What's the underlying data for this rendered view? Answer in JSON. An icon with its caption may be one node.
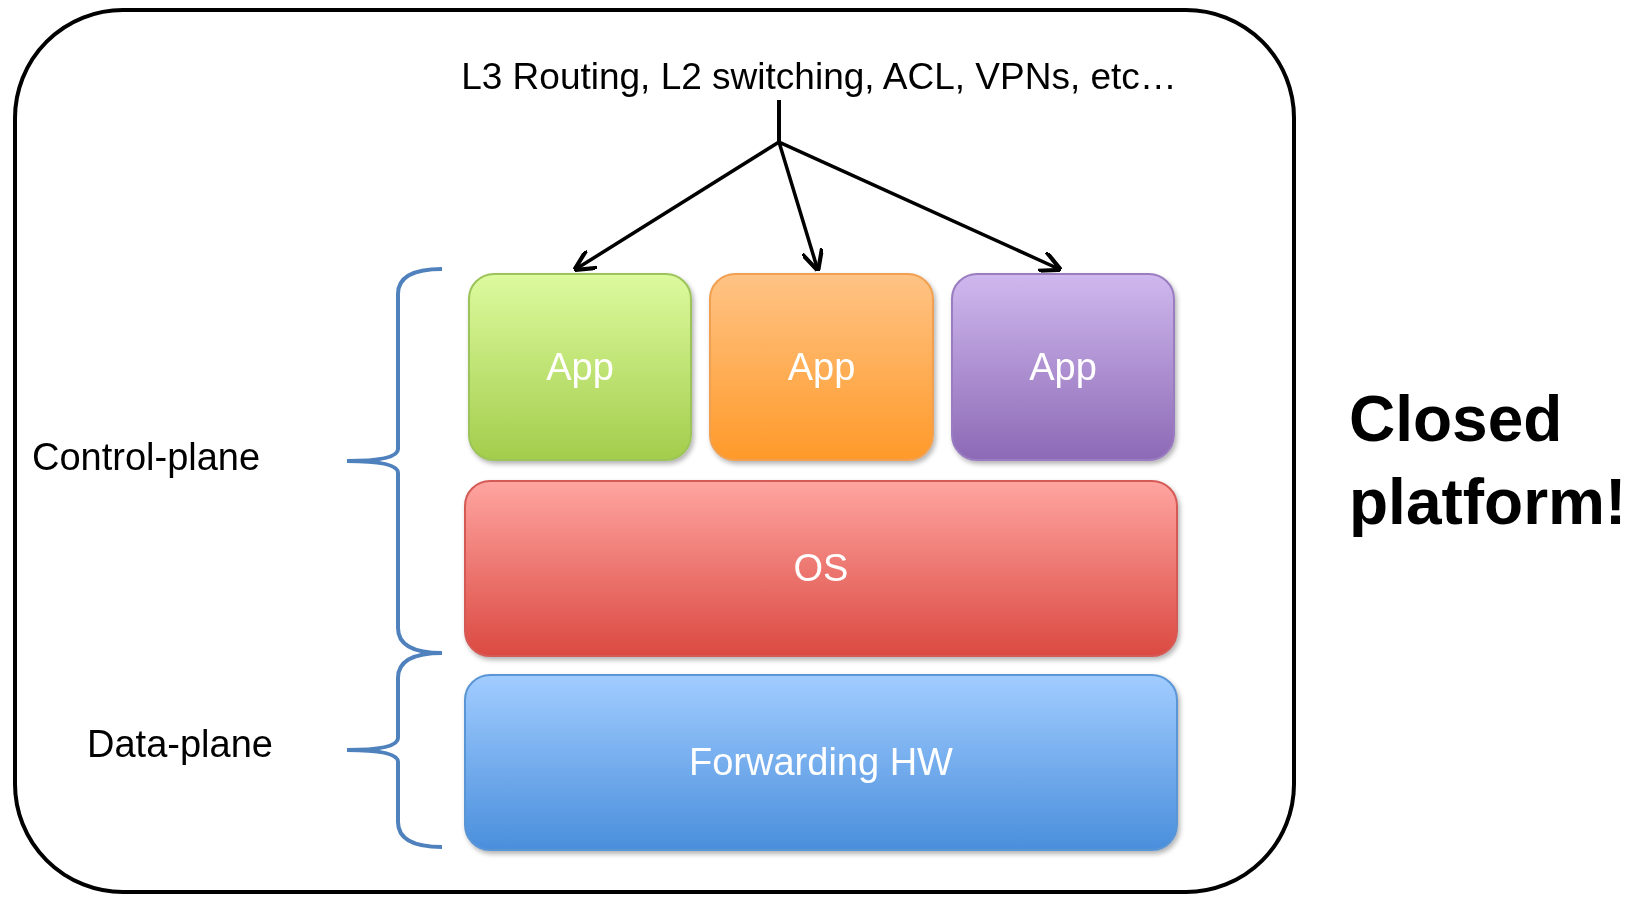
{
  "diagram": {
    "nodes": [
      {
        "text": [],
        "shape": "box"
      },
      {
        "text": [
          "L3 Routing, L2 switching, ACL, VPNs, etc…"
        ],
        "in": 0
      },
      {
        "text": [
          "App"
        ],
        "in": 0
      },
      {
        "text": [
          "App"
        ],
        "in": 0
      },
      {
        "text": [
          "App"
        ],
        "in": 0
      },
      {
        "text": [
          "OS"
        ],
        "in": 0
      },
      {
        "text": [
          "Forwarding HW"
        ],
        "in": 0
      }
    ],
    "edges": [
      {
        "from": 1,
        "to": 2,
        "arrow": "to"
      },
      {
        "from": 1,
        "to": 3,
        "arrow": "to"
      },
      {
        "from": 1,
        "to": 4,
        "arrow": "to"
      }
    ],
    "labels": [
      "Control-plane",
      "Data-plane",
      "Closed platform!"
    ]
  }
}
